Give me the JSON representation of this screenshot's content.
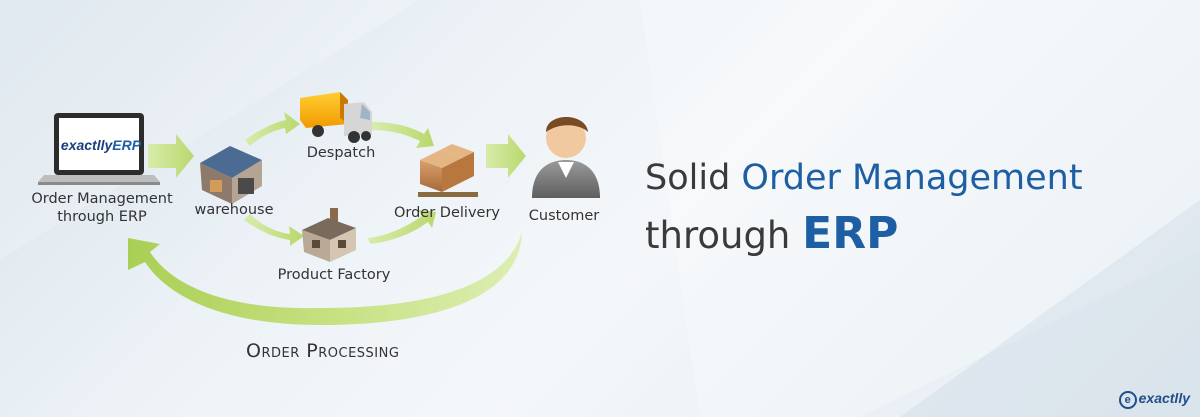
{
  "nodes": {
    "order_management": "Order Management\nthrough ERP",
    "laptop_logo_prefix": "exactlly",
    "laptop_logo_suffix": "ERP",
    "warehouse": "warehouse",
    "despatch": "Despatch",
    "order_delivery": "Order Delivery",
    "customer": "Customer",
    "product_factory": "Product Factory"
  },
  "cycle_label": "Order Processing",
  "headline": {
    "line1_plain": "Solid ",
    "line1_highlight": "Order Management",
    "line2_plain": "through ",
    "line2_highlight": "ERP"
  },
  "brand": "exactlly",
  "colors": {
    "arrow_green": "#c9e28a",
    "highlight_blue": "#1e5fa3",
    "text_dark": "#3a3a3a"
  },
  "icons": [
    "laptop-icon",
    "warehouse-icon",
    "truck-icon",
    "package-pallet-icon",
    "customer-icon",
    "factory-icon"
  ]
}
